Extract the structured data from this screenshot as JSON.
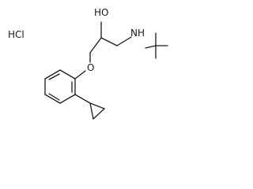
{
  "salt_label": "HCl",
  "atoms": {
    "hydroxyl": "HO",
    "ether_oxygen": "O",
    "amine": "NH"
  }
}
